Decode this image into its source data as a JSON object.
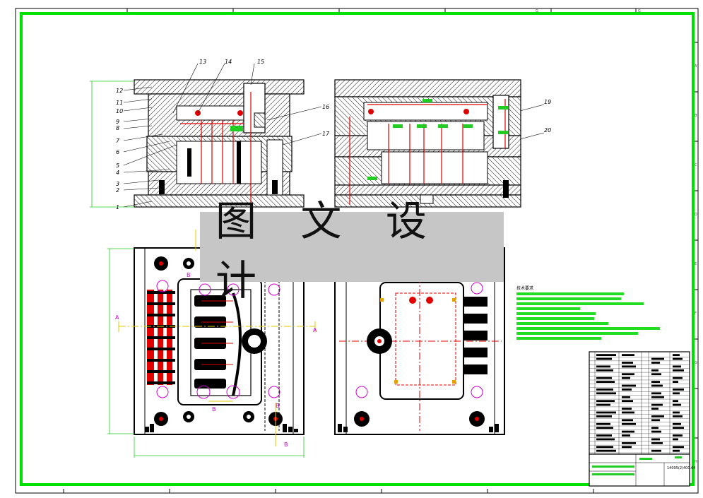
{
  "drawing": {
    "watermark_text": "图 文 设 计",
    "part_callouts": [
      "1",
      "2",
      "3",
      "4",
      "5",
      "6",
      "7",
      "8",
      "9",
      "10",
      "11",
      "12",
      "13",
      "14",
      "15",
      "16",
      "17",
      "19",
      "20"
    ],
    "section_labels": {
      "a": "A",
      "b": "B"
    },
    "technical_requirements_title": "技术要求",
    "title_block_code": "14095(2)400.64",
    "frame_color": "#00e000",
    "annotation_green": "#22cc22",
    "section_color": "#d000d0",
    "centerline_red": "#e00000",
    "column_letters": [
      "G",
      "G"
    ],
    "row_letters": [
      "A",
      "B",
      "C",
      "D",
      "E",
      "F",
      "G",
      "H"
    ]
  }
}
